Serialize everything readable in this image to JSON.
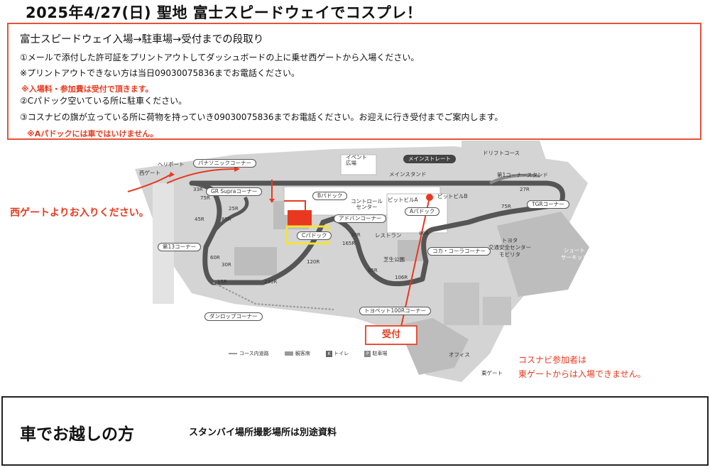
{
  "title": "2025年4/27(日) 聖地 富士スピードウェイでコスプレ！",
  "instructions": {
    "heading": "富士スピードウェイ入場→駐車場→受付までの段取り",
    "step1": "①メールで添付した許可証をプリントアウトしてダッシュボードの上に乗せ西ゲートから入場ください。",
    "step1_note": "※プリントアウトできない方は当日09030075836までお電話ください。",
    "fee_note": "※入場料・参加費は受付で頂きます。",
    "step2": "②Cパドック空いている所に駐車ください。",
    "step3": "③コスナビの旗が立っている所に荷物を持っていき09030075836までお電話ください。お迎えに行き受付までご案内します。",
    "a_paddock_warning": "※Aパドックには車ではいけません。"
  },
  "map": {
    "labels": {
      "heliport": "ヘリポート",
      "west_gate": "西ゲート",
      "panasonic_corner": "パナソニックコーナー",
      "gr_supra_corner": "GR Supraコーナー",
      "corner_13": "第13コーナー",
      "dunlop_corner": "ダンロップコーナー",
      "event_plaza": "イベント\n広場",
      "main_straight": "メインストレート",
      "main_stand": "メインスタンド",
      "drift_course": "ドリフトコース",
      "corner1_stand": "第1コーナースタンド",
      "tgr_corner": "TGRコーナー",
      "b_paddock": "Bパドック",
      "c_paddock": "Cパドック",
      "a_paddock": "Aパドック",
      "control_center": "コントロール\nセンター",
      "pit_building_a": "ピットビルA",
      "pit_building_b": "ピットビルB",
      "advan_corner": "アドバンコーナー",
      "restaurant": "レストラン",
      "shiba_park": "芝生公園",
      "coca_cola_corner": "コカ・コーラコーナー",
      "toyota_center": "トヨタ\n交通安全センター\nモビリタ",
      "short_circuit": "ショート\nサーキット",
      "toyopet_corner": "トヨペット100Rコーナー",
      "office": "オフィス",
      "east_gate": "東ゲート"
    },
    "radii": [
      "33R",
      "75R",
      "25R",
      "45R",
      "85R",
      "60R",
      "30R",
      "15R",
      "230R",
      "120R",
      "30R",
      "165R",
      "95R",
      "106R",
      "80R",
      "27R",
      "75R"
    ],
    "legend": {
      "course_road": "コース内道路",
      "stands": "観客席",
      "toilet": "トイレ",
      "parking": "駐車場"
    },
    "icon_letters": {
      "toilet": "K",
      "parking": "P"
    }
  },
  "west_gate_entry": "西ゲートよりお入りください。",
  "reception": "受付",
  "cosnavi_note": {
    "line1": "コスナビ参加者は",
    "line2": "東ゲートからは入場できません。"
  },
  "footer": {
    "title": "車でお越しの方",
    "note": "スタンバイ場所撮影場所は別途資料"
  },
  "colors": {
    "accent_red": "#e8391f",
    "box_border": "#e8513a",
    "map_gray": "#cfcfcf",
    "track_dark": "#555555",
    "highlight_yellow": "#f4e23a"
  }
}
